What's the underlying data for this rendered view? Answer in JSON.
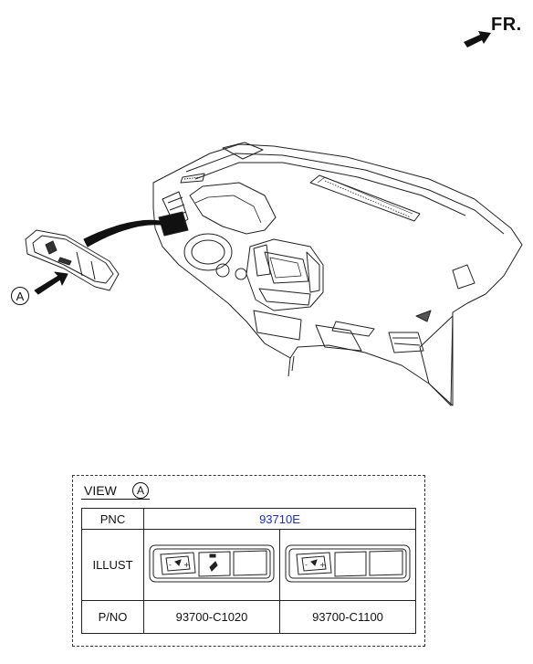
{
  "header": {
    "direction_label": "FR."
  },
  "callout": {
    "letter": "A"
  },
  "view": {
    "title": "VIEW",
    "letter": "A",
    "table": {
      "pnc_label": "PNC",
      "pnc_value": "93710E",
      "illust_label": "ILLUST",
      "pno_label": "P/NO",
      "part_numbers": [
        "93700-C1020",
        "93700-C1100"
      ]
    }
  },
  "icons": [
    "fr-arrow-icon",
    "callout-arrow-icon",
    "dashboard-illustration",
    "switch-panel-illustration"
  ]
}
